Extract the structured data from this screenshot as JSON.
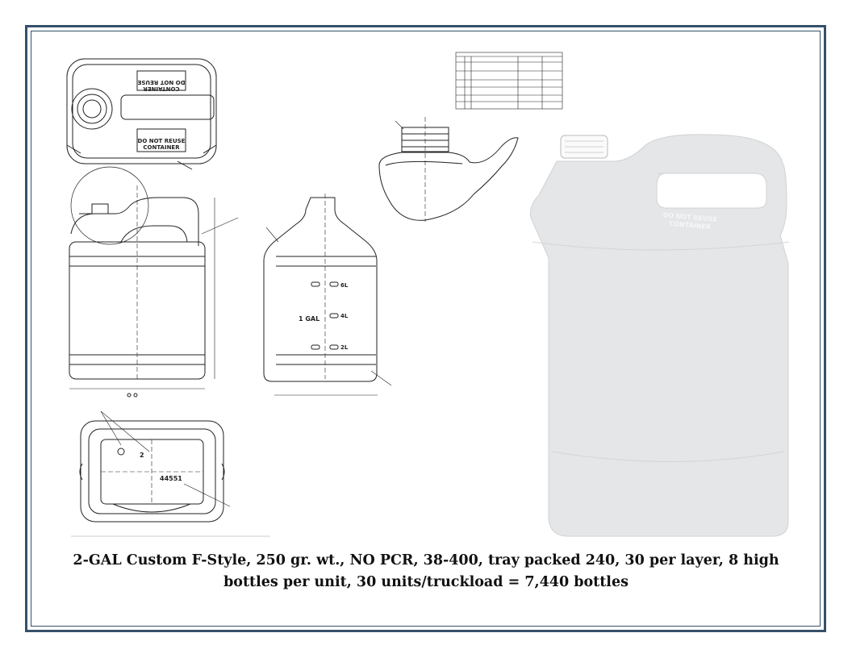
{
  "caption": {
    "line1": "2-GAL Custom F-Style, 250 gr. wt., NO PCR, 38-400, tray packed 240, 30 per layer, 8 high",
    "line2": "bottles per unit, 30 units/truckload = 7,440 bottles"
  },
  "drawing": {
    "top_view_label": "DO NOT REUSE\nCONTAINER",
    "top_view_label_mirrored": "DO NOT REUSE\nCONTAINER",
    "gal_mark": "1 GAL",
    "volume_marks": [
      "6L",
      "4L",
      "2L"
    ],
    "bottom_code": "44551",
    "bottom_cavity": "2",
    "photo_embossing": "DO NOT REUSE\nCONTAINER"
  },
  "colors": {
    "frame": "#35506a",
    "line": "#222222",
    "bottle": "#e6e8ea"
  }
}
